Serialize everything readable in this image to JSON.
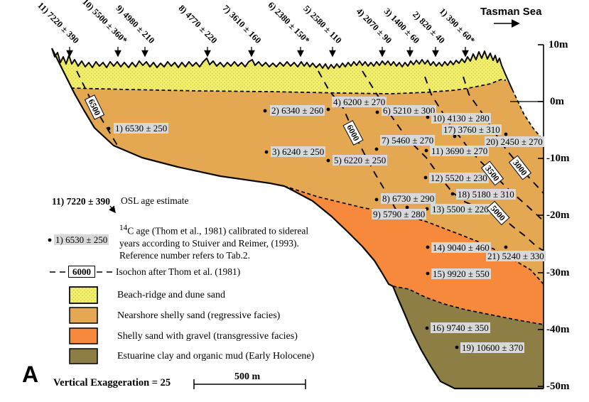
{
  "sea": {
    "label": "Tasman Sea"
  },
  "surface_ages": [
    "11) 7220 ± 390",
    "10) 5500 ± 360*",
    "9) 4980 ± 210",
    "8) 4770 ± 220",
    "7) 3610 ± 160",
    "6) 2380 ± 150*",
    "5) 2580 ± 110",
    "4) 2070 ± 90",
    "3) 1400 ± 60",
    "2) 820 ± 40",
    "1) 390 ± 60*"
  ],
  "points": [
    "1) 6530 ± 250",
    "2) 6340 ± 260",
    "3) 6240 ± 250",
    "4) 6200 ± 270",
    "5) 6220 ± 250",
    "6) 5210 ± 300",
    "7) 5460 ± 270",
    "8) 6730 ± 290",
    "9) 5790 ± 280",
    "10) 4130 ± 280",
    "11) 3690 ± 270",
    "12) 5520 ± 230",
    "13) 5500 ± 220",
    "14) 9040 ± 460",
    "15) 9920 ± 550",
    "16) 9740 ± 350",
    "17) 3760 ± 310",
    "18) 5180 ± 310",
    "19) 10600 ± 370",
    "20) 2450 ± 270",
    "21) 5240 ± 330"
  ],
  "isochrons": [
    "6500",
    "6000",
    "5000",
    "3500",
    "3000"
  ],
  "axis_labels": [
    "10m",
    "0m",
    "-10m",
    "-20m",
    "-30m",
    "-40m",
    "-50m"
  ],
  "legend": {
    "osl_example": "11) 7220 ± 390",
    "osl_text": "OSL age estimate",
    "c14_example": "1) 6530 ± 250",
    "c14_sup": "14",
    "c14_line1": "C age (Thom et al., 1981) calibrated to sidereal",
    "c14_line2": "years according to Stuiver and Reimer, (1993).",
    "c14_line3": "Reference number refers to Tab.2.",
    "isochron_box": "6000",
    "isochron_text": "Isochon after Thom et al. (1981)"
  },
  "facies": [
    {
      "label": "Beach-ridge and dune sand",
      "color": "#f2ef6f"
    },
    {
      "label": "Nearshore shelly sand (regressive facies)",
      "color": "#e3a851"
    },
    {
      "label": "Shelly sand with gravel (transgressive facies)",
      "color": "#f6893c"
    },
    {
      "label": "Estuarine clay and organic mud (Early Holocene)",
      "color": "#8d7e45"
    }
  ],
  "footer": {
    "panel_label": "A",
    "vertical_exaggeration": "Vertical Exaggeration = 25",
    "scale_label": "500 m"
  }
}
